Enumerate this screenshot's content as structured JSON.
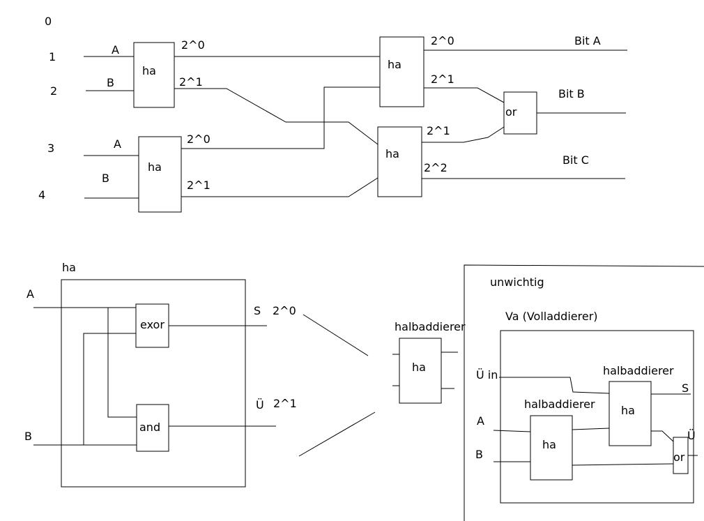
{
  "inputs": {
    "n0": "0",
    "n1": "1",
    "n2": "2",
    "n3": "3",
    "n4": "4"
  },
  "pins": {
    "a": "A",
    "b": "B"
  },
  "gates": {
    "ha": "ha",
    "or": "or",
    "exor": "exor",
    "and": "and"
  },
  "powers": {
    "p0": "2^0",
    "p1": "2^1",
    "p2": "2^2"
  },
  "outputs": {
    "bit_a": "Bit A",
    "bit_b": "Bit B",
    "bit_c": "Bit C"
  },
  "ha_detail": {
    "title": "ha",
    "sum": "S",
    "carry": "Ü",
    "sum_power": "2^0",
    "carry_power": "2^1"
  },
  "halbaddierer": {
    "label": "halbaddierer",
    "inner": "ha"
  },
  "full_adder": {
    "note": "unwichtig",
    "title": "Va (Volladdierer)",
    "carry_in": "Ü in",
    "a": "A",
    "b": "B",
    "ha1_label": "halbaddierer",
    "ha2_label": "halbaddierer",
    "ha": "ha",
    "or": "or",
    "sum": "S",
    "carry_out": "Ü"
  }
}
